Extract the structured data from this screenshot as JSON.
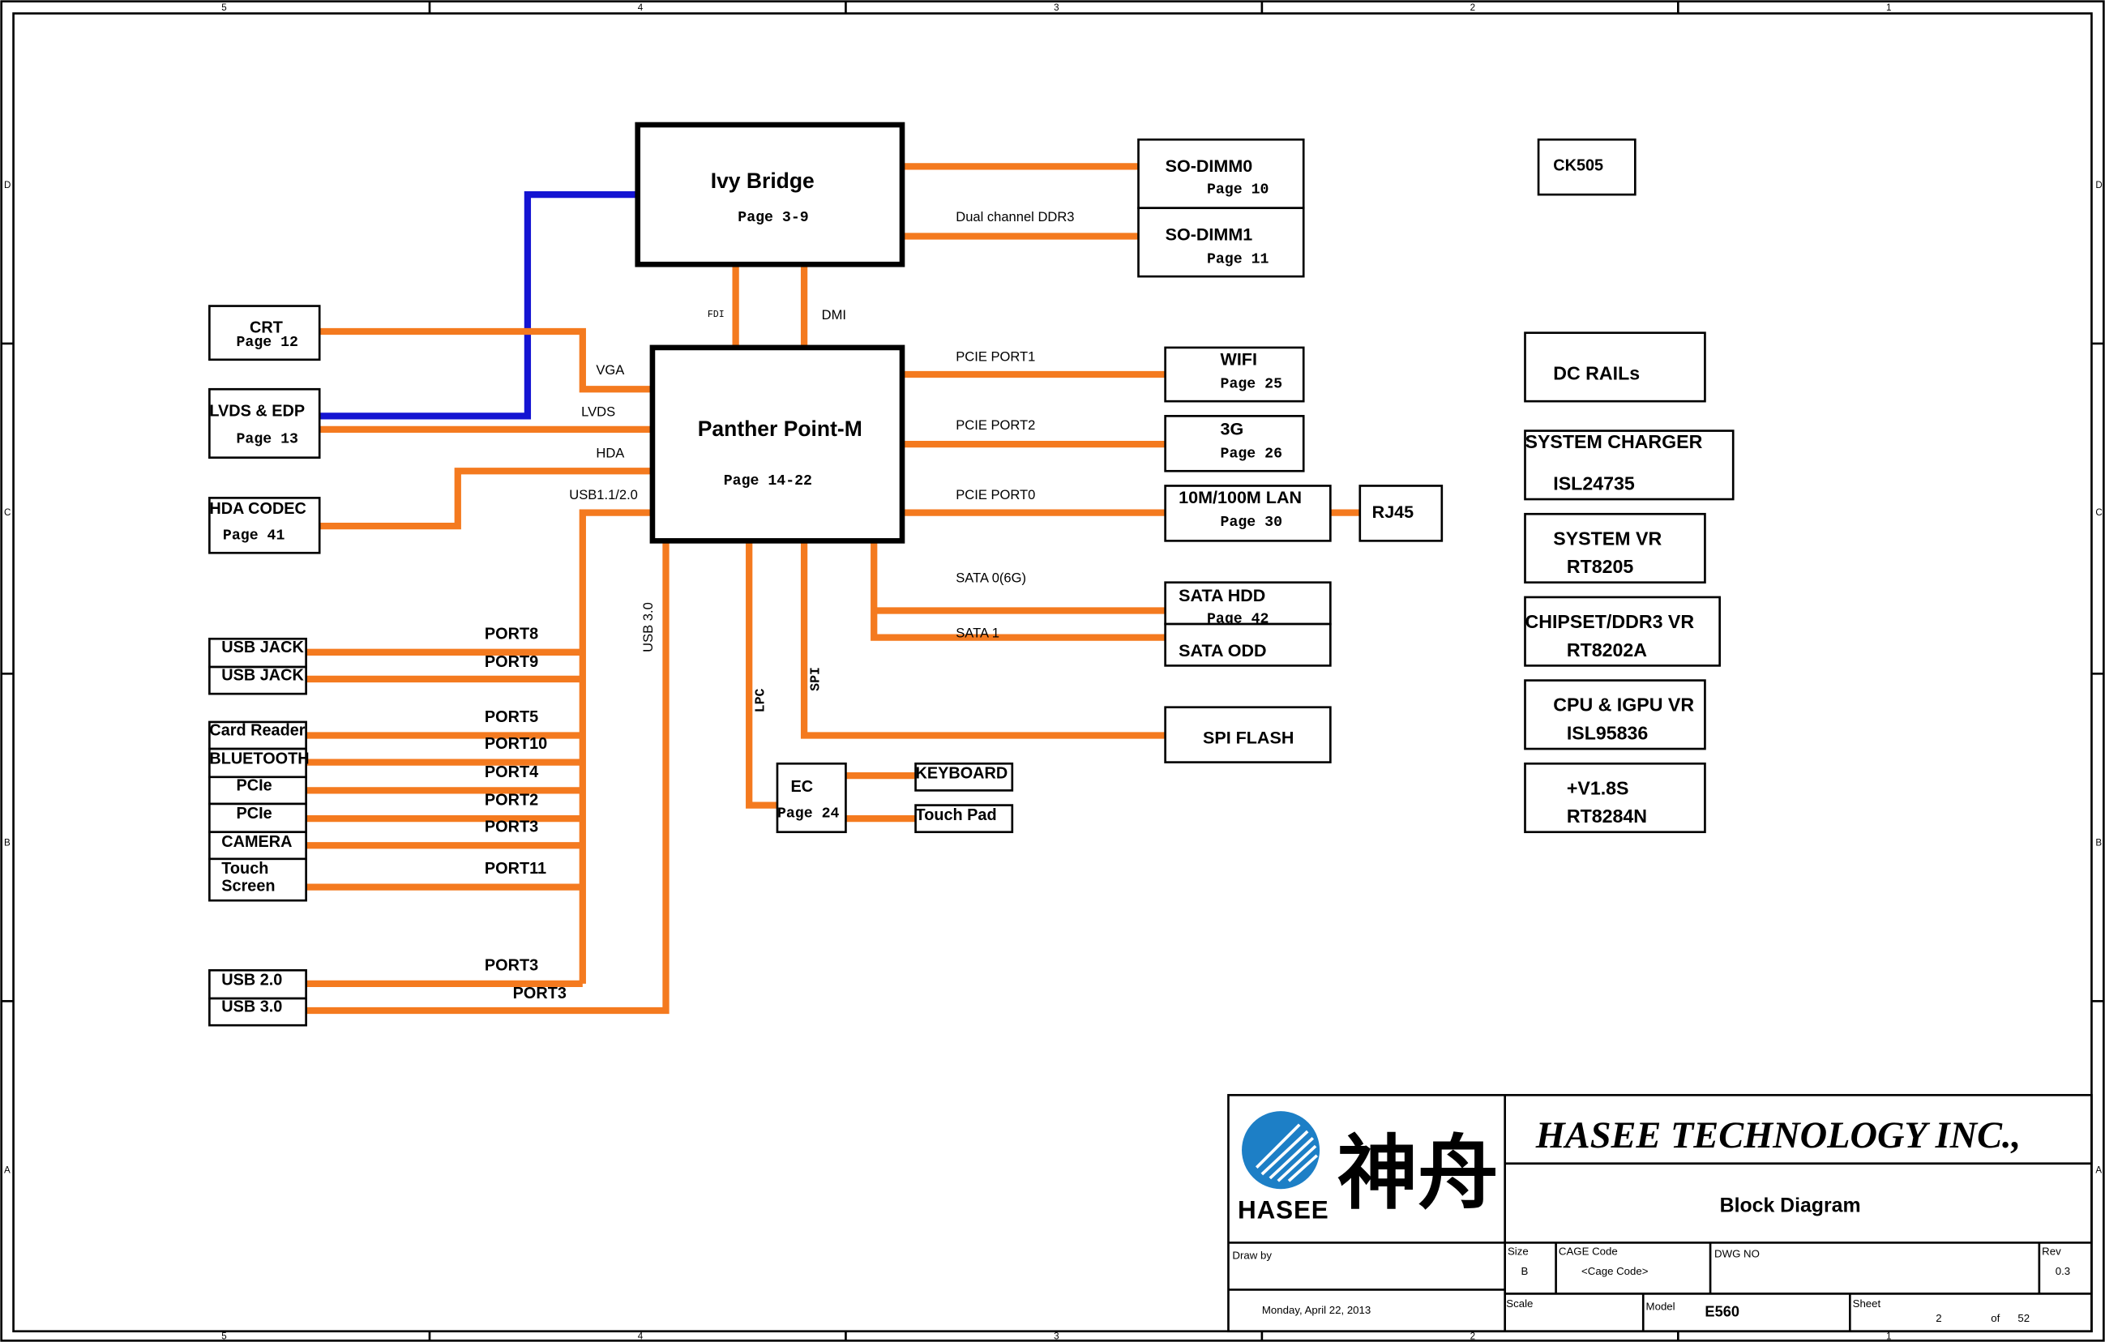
{
  "zone_columns": [
    "5",
    "4",
    "3",
    "2",
    "1"
  ],
  "zone_rows": [
    "D",
    "C",
    "B",
    "A"
  ],
  "chips": {
    "cpu": {
      "name": "Ivy Bridge",
      "page": "Page 3-9"
    },
    "pch": {
      "name": "Panther Point-M",
      "page": "Page 14-22"
    }
  },
  "memory": {
    "dimm0": {
      "name": "SO-DIMM0",
      "page": "Page 10"
    },
    "dimm1": {
      "name": "SO-DIMM1",
      "page": "Page 11"
    },
    "bus_label": "Dual channel DDR3"
  },
  "ck505": "CK505",
  "bus_labels": {
    "fdi": "FDI",
    "dmi": "DMI",
    "vga": "VGA",
    "lvds": "LVDS",
    "hda": "HDA",
    "usb": "USB1.1/2.0",
    "usb3": "USB 3.0",
    "lpc": "LPC",
    "spi": "SPI",
    "pcie1": "PCIE PORT1",
    "pcie2": "PCIE PORT2",
    "pcie0": "PCIE PORT0",
    "sata0": "SATA 0(6G)",
    "sata1": "SATA 1"
  },
  "left_blocks": {
    "crt": {
      "name": "CRT",
      "page": "Page 12"
    },
    "lvds": {
      "name": "LVDS & EDP",
      "page": "Page 13"
    },
    "hda": {
      "name": "HDA CODEC",
      "page": "Page 41"
    }
  },
  "usb_devices": [
    {
      "label": "USB JACK",
      "port": "PORT8"
    },
    {
      "label": "USB JACK",
      "port": "PORT9"
    },
    {
      "label": "Card Reader",
      "port": "PORT5"
    },
    {
      "label": "BLUETOOTH",
      "port": "PORT10"
    },
    {
      "label": "PCIe",
      "port": "PORT4"
    },
    {
      "label": "PCIe",
      "port": "PORT2"
    },
    {
      "label": "CAMERA",
      "port": "PORT3"
    },
    {
      "label": "Touch",
      "label2": "Screen",
      "port": "PORT11"
    },
    {
      "label": "USB 2.0",
      "port": "PORT3"
    },
    {
      "label": "USB 3.0",
      "port": "PORT3"
    }
  ],
  "right_blocks": {
    "wifi": {
      "name": "WIFI",
      "page": "Page 25"
    },
    "g3": {
      "name": "3G",
      "page": "Page 26"
    },
    "lan": {
      "name": "10M/100M LAN",
      "page": "Page 30"
    },
    "rj45": "RJ45",
    "hdd": {
      "name": "SATA HDD",
      "page": "Page 42"
    },
    "odd": "SATA ODD",
    "spi_flash": "SPI FLASH"
  },
  "ec": {
    "name": "EC",
    "page": "Page 24",
    "keyboard": "KEYBOARD",
    "touchpad": "Touch Pad"
  },
  "power": {
    "dc_rails": "DC RAILs",
    "charger": {
      "l1": "SYSTEM CHARGER",
      "l2": "ISL24735"
    },
    "system_vr": {
      "l1": "SYSTEM VR",
      "l2": "RT8205"
    },
    "chipset_vr": {
      "l1": "CHIPSET/DDR3 VR",
      "l2": "RT8202A"
    },
    "cpu_vr": {
      "l1": "CPU & IGPU VR",
      "l2": "ISL95836"
    },
    "v18s": {
      "l1": "+V1.8S",
      "l2": "RT8284N"
    }
  },
  "title_block": {
    "logo_word": "HASEE",
    "logo_cn": "神舟",
    "company": "HASEE TECHNOLOGY INC.,",
    "title": "Block Diagram",
    "size_label": "Size",
    "size": "B",
    "cage_label": "CAGE Code",
    "cage": "<Cage Code>",
    "dwg_label": "DWG NO",
    "rev_label": "Rev",
    "rev": "0.3",
    "draw_by": "Draw by",
    "date": "Monday, April 22, 2013",
    "scale_label": "Scale",
    "model_label": "Model",
    "model": "E560",
    "sheet_label": "Sheet",
    "sheet": "2",
    "of_label": "of",
    "sheet_total": "52"
  },
  "colors": {
    "bus": "#f47a1f",
    "display_bus": "#1414d2",
    "usb3_text": "#1414d2"
  }
}
